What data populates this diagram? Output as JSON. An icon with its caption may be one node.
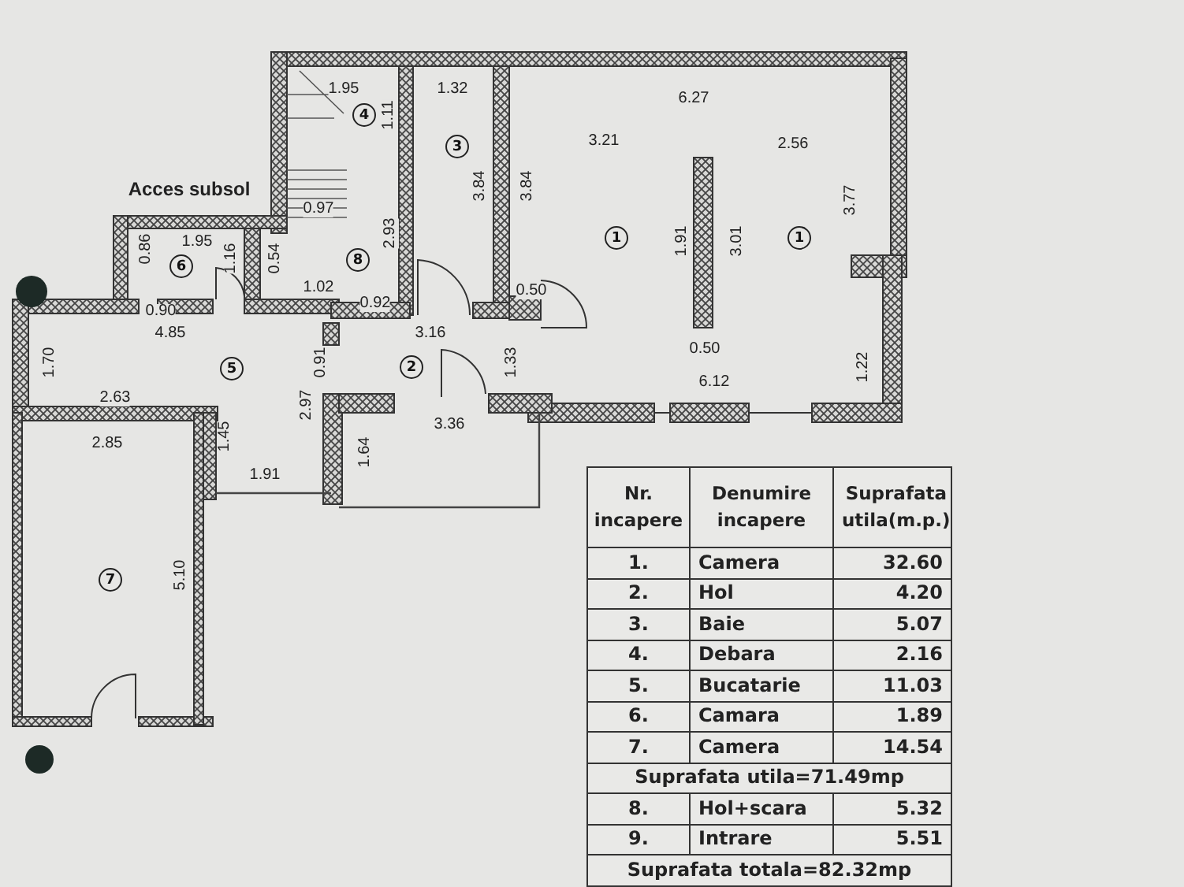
{
  "diagram": {
    "nodes": [
      {
        "text": [
          "4"
        ]
      },
      {
        "text": [
          "3"
        ]
      },
      {
        "text": [
          "1"
        ]
      },
      {
        "text": [
          "1"
        ]
      },
      {
        "text": [
          "8"
        ]
      },
      {
        "text": [
          "6"
        ]
      },
      {
        "text": [
          "2"
        ]
      },
      {
        "text": [
          "5"
        ]
      },
      {
        "text": [
          "7"
        ]
      }
    ],
    "labels": [
      "1.95",
      "1.32",
      "6.27",
      "1.11",
      "3.21",
      "2.56",
      "3.84",
      "3.84",
      "Acces subsol",
      "3.77",
      "0.97",
      "2.93",
      "1.91",
      "3.01",
      "1.95",
      "0.86",
      "1.16",
      "0.54",
      "1.02",
      "0.50",
      "0.92",
      "0.90",
      "4.85",
      "3.16",
      "0.50",
      "1.70",
      "0.91",
      "1.33",
      "1.22",
      "6.12",
      "2.63",
      "2.97",
      "3.36",
      "1.45",
      "2.85",
      "1.64",
      "1.91",
      "5.10",
      "Nr. incapere",
      "Denumire incapere",
      "Suprafata utila(m.p.)",
      "1.",
      "Camera",
      "32.60",
      "2.",
      "Hol",
      "4.20",
      "3.",
      "Baie",
      "5.07",
      "4.",
      "Debara",
      "2.16",
      "5.",
      "Bucatarie",
      "11.03",
      "6.",
      "Camara",
      "1.89",
      "7.",
      "Camera",
      "14.54",
      "Suprafata utila=71.49mp",
      "8.",
      "Hol+scara",
      "5.32",
      "9.",
      "Intrare",
      "5.51",
      "Suprafata totala=82.32mp"
    ]
  }
}
